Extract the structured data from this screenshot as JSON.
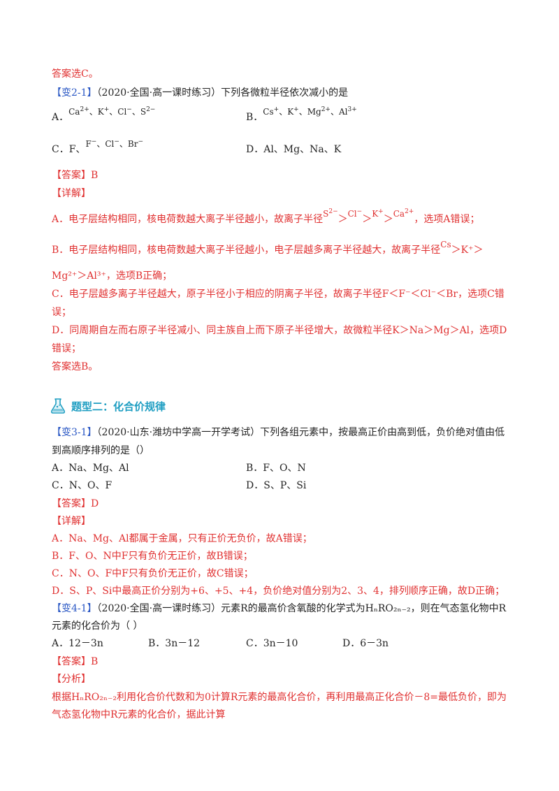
{
  "lines": {
    "l1": "答案选C。",
    "l2_tag": "【变2-1】",
    "l2_text": "（2020·全国·高一课时练习）下列各微粒半径依次减小的是",
    "l3a_prefix": "A．",
    "l3a_ions": [
      "Ca",
      "、K",
      "、Cl",
      "、S"
    ],
    "l3a_charges": [
      "2+",
      "+",
      "−",
      "2−"
    ],
    "l3b_prefix": "B．",
    "l3b_ions": [
      "Cs",
      "、K",
      "、Mg",
      "、Al"
    ],
    "l3b_charges": [
      "+",
      "+",
      "2+",
      "3+"
    ],
    "l4a_prefix": "C．F、",
    "l4a_ions": [
      "F",
      "、Cl",
      "、Br"
    ],
    "l4a_charges": [
      "−",
      "−",
      "−"
    ],
    "l4b": "D．Al、Mg、Na、K",
    "l5": "【答案】B",
    "l6": "【详解】",
    "l7_main": "A．电子层结构相同，核电荷数越大离子半径越小，故离子半径",
    "l7_tail": "，选项A错误；",
    "l7_species": [
      "S",
      "Cl",
      "K",
      "Ca"
    ],
    "l7_charges": [
      "2−",
      "−",
      "+",
      "2+"
    ],
    "l8_main": "B．电子层结构相同，核电荷数越大离子半径越小，电子层越多离子半径越大，故离子半径",
    "l8_cs": "Cs",
    "l8_tail": "＞K⁺＞",
    "l9": "Mg²⁺＞Al³⁺，选项B正确；",
    "l10": "C．电子层越多离子半径越大，原子半径小于相应的阴离子半径，故离子半径F＜F⁻＜Cl⁻＜Br，选项C错",
    "l11": "误；",
    "l12": "D．同周期自左而右原子半径减小、同主族自上而下原子半径增大，故微粒半径K＞Na＞Mg＞Al，选项D",
    "l13": "错误；",
    "l14": "答案选B。",
    "section_title": "题型二：化合价规律",
    "l15_tag": "【变3-1】",
    "l15_text": "（2020·山东·潍坊中学高一开学考试）下列各组元素中，按最高正价由高到低，负价绝对值由低",
    "l16": "到高顺序排列的是（）",
    "l17a": "A．Na、Mg、Al",
    "l17b": "B．F、O、N",
    "l18a": "C．N、O、F",
    "l18b": "D．S、P、Si",
    "l19": "【答案】D",
    "l20": "【详解】",
    "l21": "A．Na、Mg、Al都属于金属，只有正价无负价，故A错误；",
    "l22": "B．F、O、N中F只有负价无正价，故B错误；",
    "l23": "C．N、O、F中F只有负价无正价，故C错误；",
    "l24": "D．S、P、Si中最高正价分别为+6、+5、+4，负价绝对值分别为2、3、4，排列顺序正确，故D正确；",
    "l25_tag": "【变4-1】",
    "l25_text": "（2020·全国·高一课时练习）元素R的最高价含氧酸的化学式为HₙRO₂ₙ₋₂，则在气态氢化物中R",
    "l26": "元素的化合价为（  ）",
    "l27_opts": [
      "A．12－3n",
      "B．3n－12",
      "C．3n－10",
      "D．6－3n"
    ],
    "l28": "【答案】B",
    "l29": "【分析】",
    "l30": "根据HₙRO₂ₙ₋₂利用化合价代数和为0计算R元素的最高化合价，再利用最高正化合价－8=最低负价，即为",
    "l31": "气态氢化物中R元素的化合价，据此计算"
  },
  "colors": {
    "red": "#e03030",
    "blue": "#2a57c4",
    "teal": "#1f9ec2"
  }
}
